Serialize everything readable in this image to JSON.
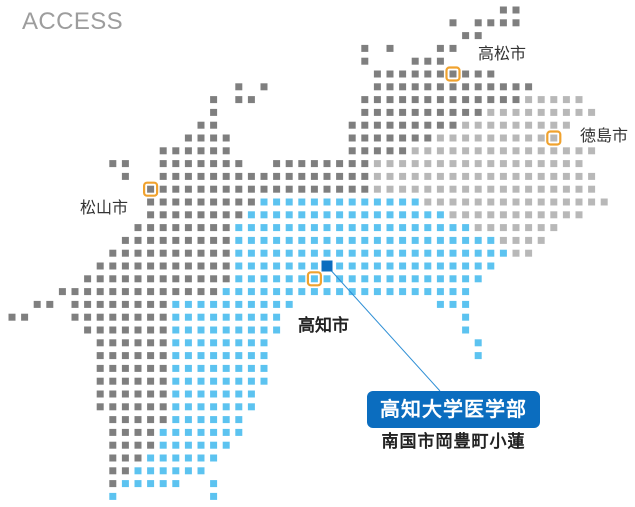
{
  "header": {
    "title": "ACCESS"
  },
  "map": {
    "cities": {
      "takamatsu": "高松市",
      "tokushima": "徳島市",
      "matsuyama": "松山市",
      "kochi": "高知市"
    },
    "destination": {
      "name": "高知大学医学部",
      "address": "南国市岡豊町小蓮"
    },
    "icons": {
      "city_marker": "city-marker-icon",
      "destination_marker": "location-marker-icon"
    },
    "colors": {
      "dot_dark": "#7f7f7f",
      "dot_light": "#b8b8b8",
      "dot_blue": "#5cc3f0",
      "city_marker": "#f0a22e",
      "destination_marker": "#0b6dbf",
      "leader_line": "#2f8fd5",
      "badge": "#0b6dbf"
    }
  }
}
